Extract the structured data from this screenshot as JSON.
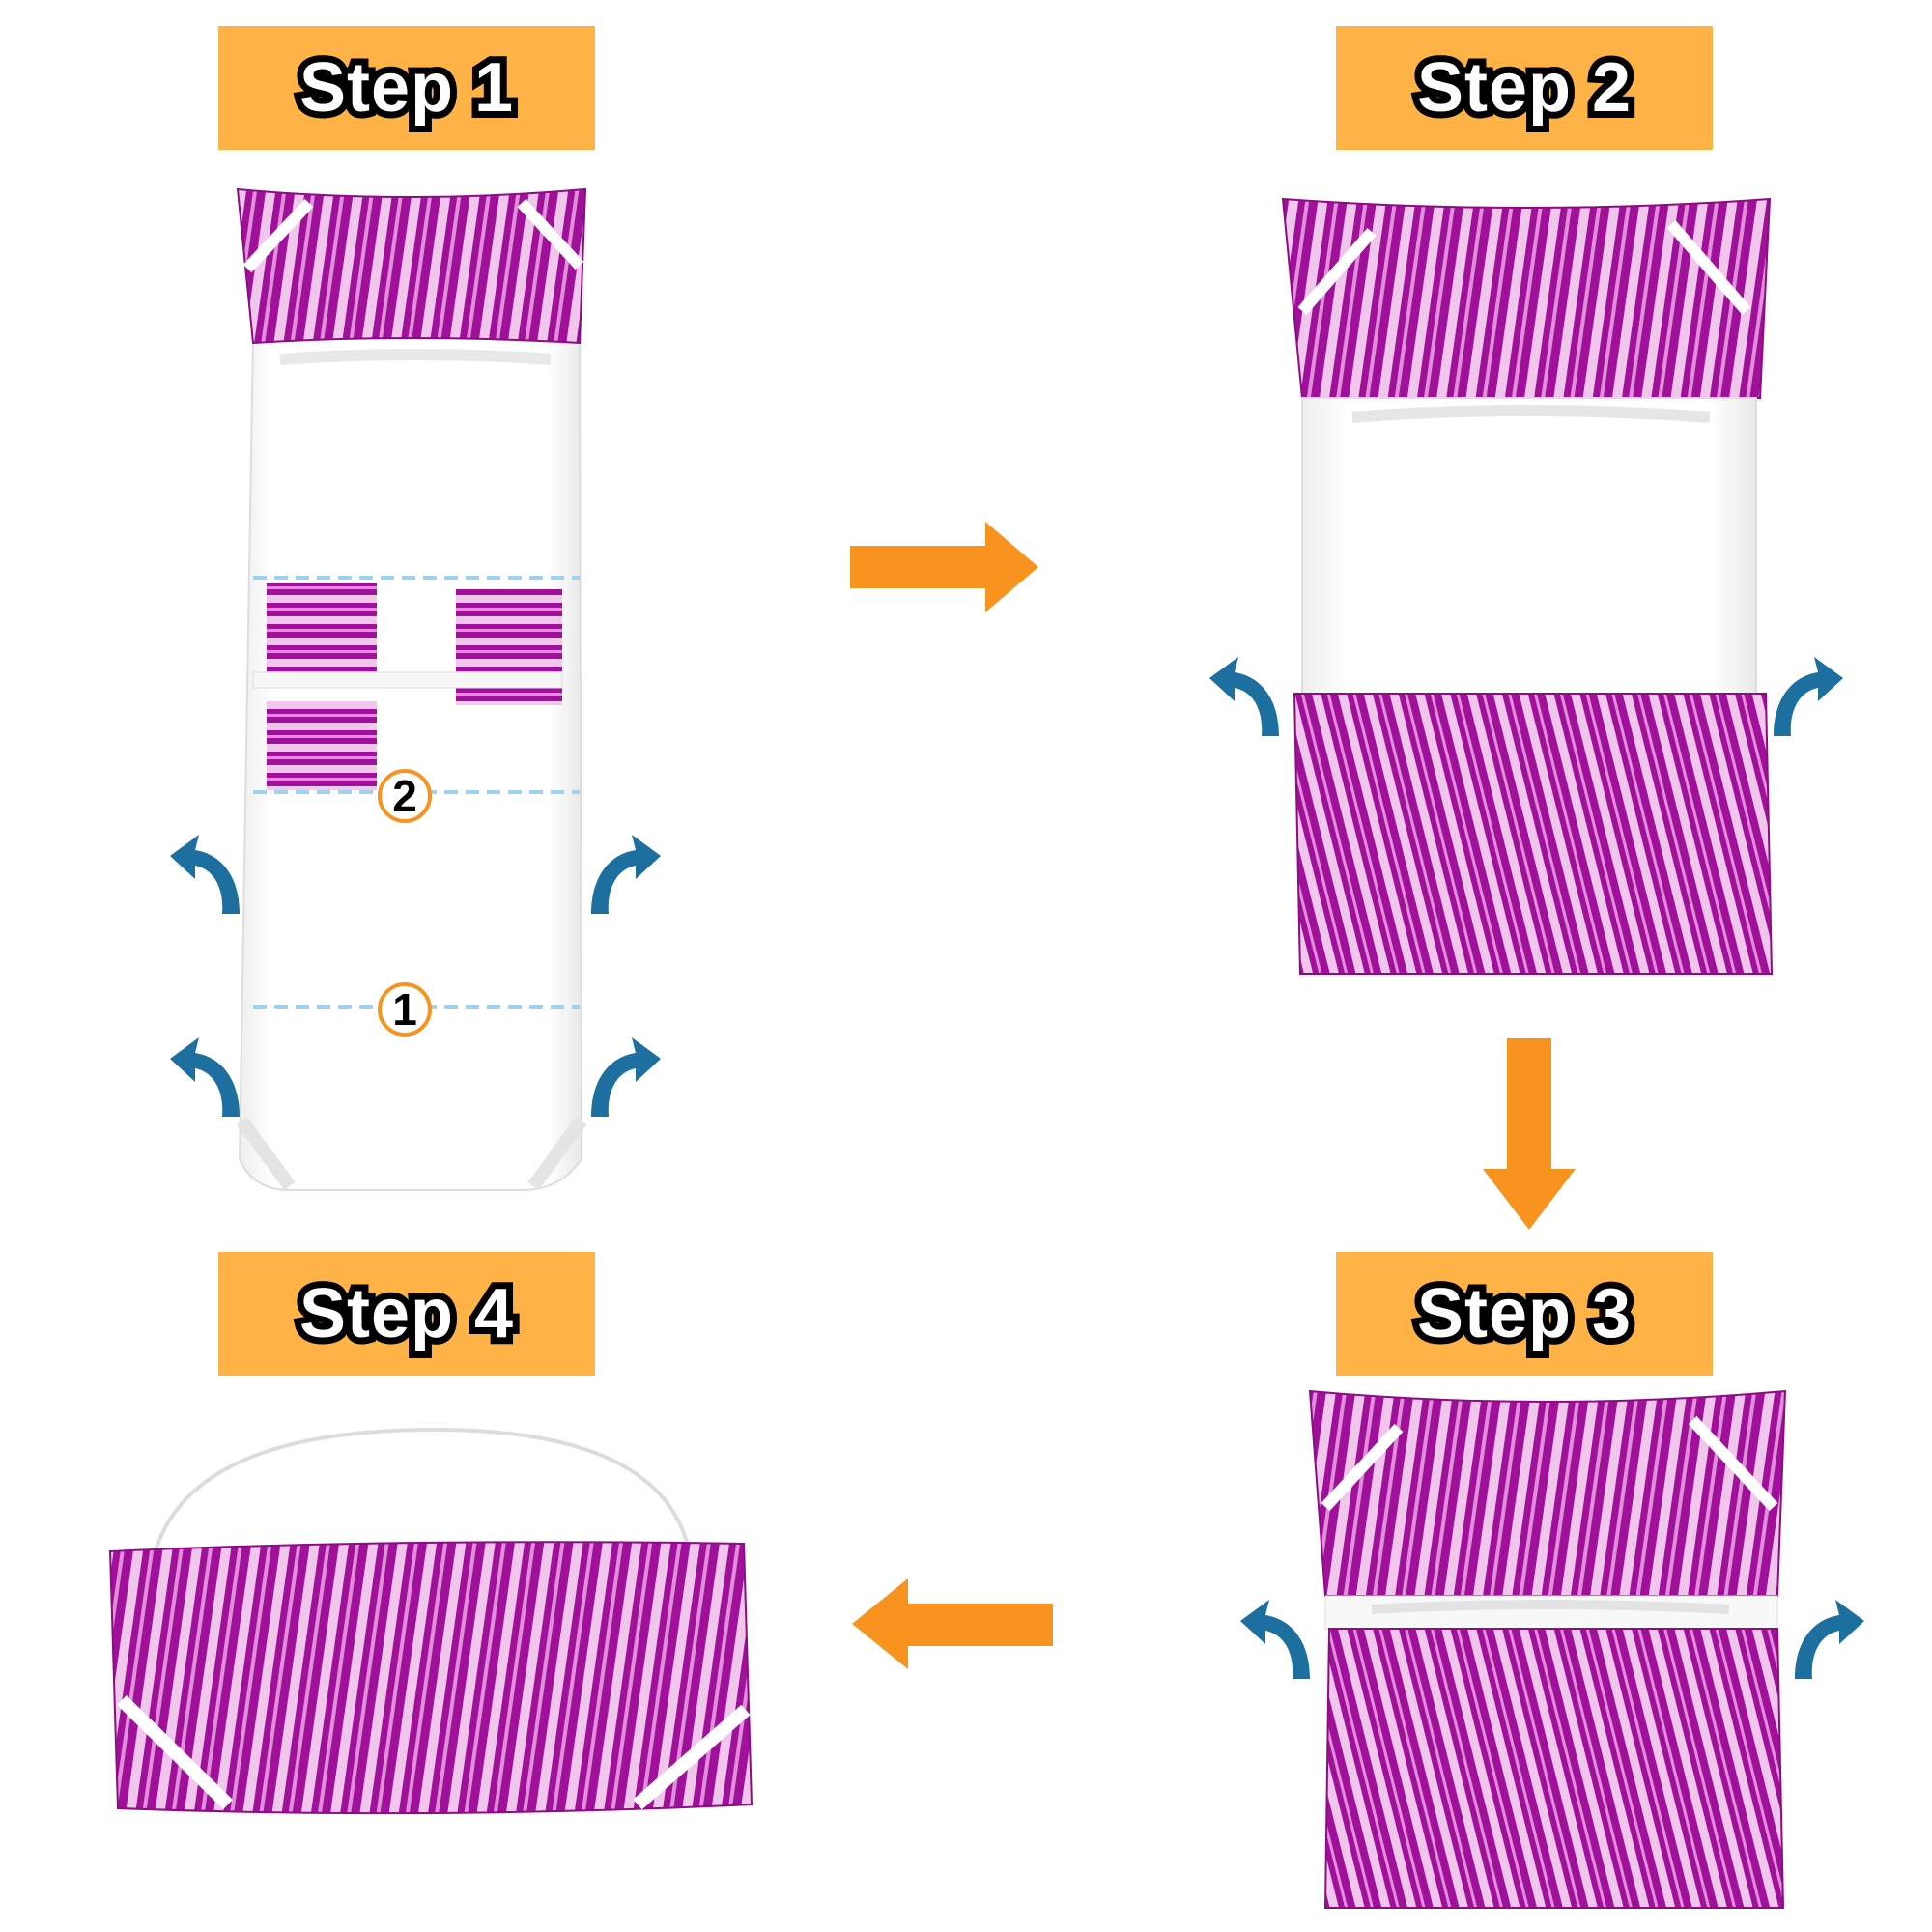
{
  "steps": [
    {
      "label": "Step 1"
    },
    {
      "label": "Step 2"
    },
    {
      "label": "Step 3"
    },
    {
      "label": "Step 4"
    }
  ],
  "fold_markers": [
    "1",
    "2"
  ],
  "colors": {
    "banner": "#ffb347",
    "flow_arrow": "#f7931e",
    "fold_arrow": "#1d6fa0",
    "fabric_purple": "#a0109a",
    "fabric_light": "#f1c6ec",
    "fold_line": "#9dd3f0",
    "marker_ring": "#f7931e"
  },
  "icons": {
    "flow_arrow": "arrow-icon",
    "fold_arrow": "curved-fold-arrow-icon"
  }
}
